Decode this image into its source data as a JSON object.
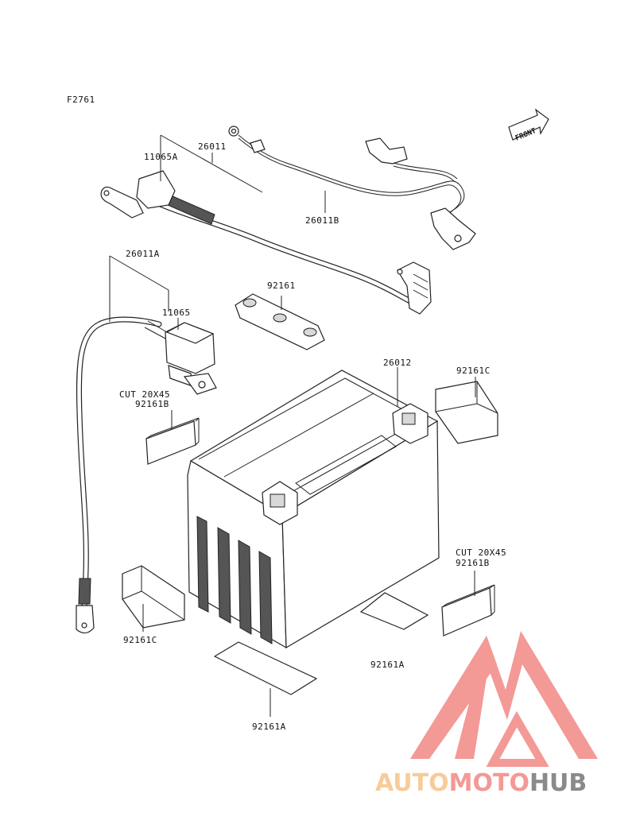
{
  "figure_code": "F2761",
  "front_label": "FRONT",
  "parts": {
    "p26011": "26011",
    "p11065a": "11065A",
    "p26011b": "26011B",
    "p26011a": "26011A",
    "p11065": "11065",
    "p92161_top": "92161",
    "p26012": "26012",
    "p92161c_right": "92161C",
    "cut_left": "CUT 20X45",
    "p92161b_left": "92161B",
    "cut_right": "CUT 20X45",
    "p92161b_right": "92161B",
    "p92161c_left": "92161C",
    "p92161a_right": "92161A",
    "p92161a_bottom": "92161A"
  },
  "watermark": {
    "part1": "AUTO",
    "part2": "MOTO",
    "part3": "HUB",
    "color_light": "#f7c58c",
    "color_pink": "#f28c88",
    "color_gray": "#7a7a7a"
  }
}
